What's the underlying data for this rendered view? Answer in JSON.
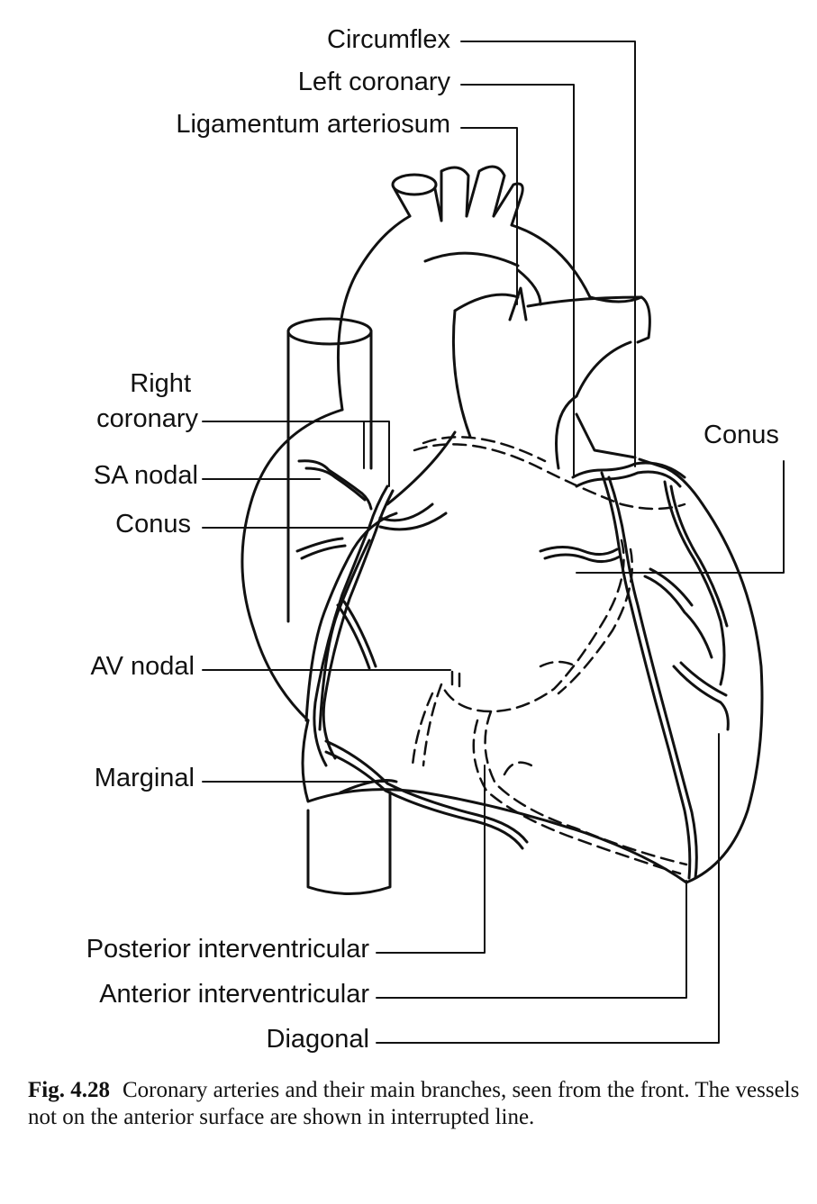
{
  "labels": {
    "circumflex": "Circumflex",
    "left_coronary": "Left coronary",
    "ligamentum_arteriosum": "Ligamentum arteriosum",
    "right_coronary_line1": "Right",
    "right_coronary_line2": "coronary",
    "sa_nodal": "SA nodal",
    "conus_left": "Conus",
    "conus_right": "Conus",
    "av_nodal": "AV nodal",
    "marginal": "Marginal",
    "posterior_interventricular": "Posterior interventricular",
    "anterior_interventricular": "Anterior interventricular",
    "diagonal": "Diagonal"
  },
  "caption": {
    "figure_number": "Fig. 4.28",
    "text": "Coronary arteries and their main branches, seen from the front. The vessels not on the anterior surface are shown in interrupted line."
  }
}
